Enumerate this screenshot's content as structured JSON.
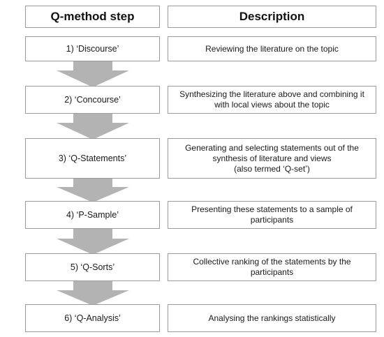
{
  "headers": {
    "step": "Q-method step",
    "description": "Description"
  },
  "rows": [
    {
      "step": "1) ‘Discourse’",
      "description": "Reviewing the literature on the topic"
    },
    {
      "step": "2) ‘Concourse’",
      "description": "Synthesizing the literature above and combining it\nwith local views about the topic"
    },
    {
      "step": "3) ‘Q-Statements’",
      "description": "Generating and selecting statements out of the\nsynthesis of literature and views\n(also termed ‘Q-set’)"
    },
    {
      "step": "4) ‘P-Sample’",
      "description": "Presenting these statements to a sample of\nparticipants"
    },
    {
      "step": "5) ‘Q-Sorts’",
      "description": "Collective ranking of the statements by the\nparticipants"
    },
    {
      "step": "6) ‘Q-Analysis’",
      "description": "Analysing the rankings statistically"
    }
  ],
  "colors": {
    "arrow": "#b3b3b3",
    "border": "#9a9a9a"
  }
}
